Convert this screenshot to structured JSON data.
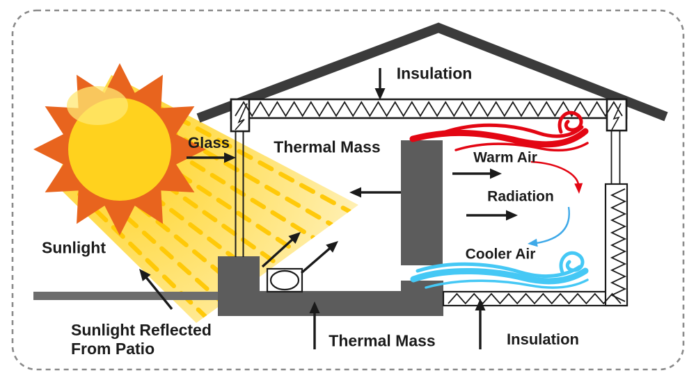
{
  "labels": {
    "glass": "Glass",
    "thermal_mass_top": "Thermal Mass",
    "insulation_top": "Insulation",
    "warm_air": "Warm Air",
    "radiation": "Radiation",
    "cooler_air": "Cooler Air",
    "sunlight": "Sunlight",
    "reflected_line1": "Sunlight Reflected",
    "reflected_line2": "From Patio",
    "thermal_mass_bottom": "Thermal Mass",
    "insulation_bottom": "Insulation"
  },
  "colors": {
    "text": "#1b1b1b",
    "outline": "#1a1a1a",
    "border_dash": "#8a8a8a",
    "roof": "#3b3b3b",
    "mass_gray": "#5c5c5c",
    "patio_gray": "#6d6d6d",
    "sun_body": "#FFD21E",
    "sun_highlight": "#FFE873",
    "sun_rays": "#E8641E",
    "beam_near": "#FFD83C",
    "beam_far": "#FFF7D8",
    "beam_dash": "#FFC803",
    "warm_red": "#E30613",
    "cool_blue": "#45C8F5",
    "cool_arrow": "#3FA9E8"
  }
}
